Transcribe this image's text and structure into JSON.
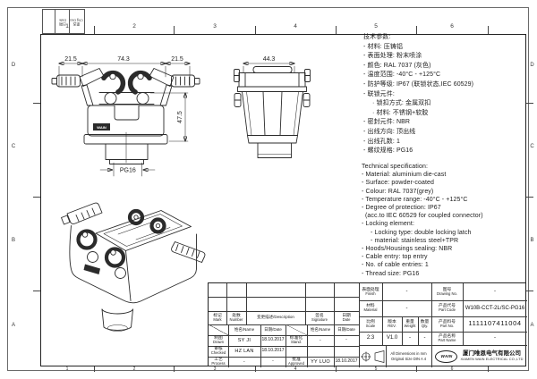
{
  "frame": {
    "cols": [
      "1",
      "2",
      "3",
      "4",
      "5",
      "6"
    ],
    "rows": [
      "D",
      "C",
      "B",
      "A"
    ],
    "corner": {
      "cell1": "日期\nDate",
      "cell2": "更改\nChg Des"
    }
  },
  "views": {
    "front": {
      "dim_left": "21.5",
      "dim_mid": "74.3",
      "dim_right": "21.5",
      "dim_height": "47.5",
      "thread": "PG16",
      "logo": "WAIN"
    },
    "side": {
      "dim_width": "44.3"
    }
  },
  "specs_zh": {
    "lines": [
      "技术参数:",
      "- 材料: 压铸铝",
      "- 表面处理: 粉末喷涂",
      "- 颜色: RAL 7037 (灰色)",
      "- 温度范围: -40°C - +125°C",
      "- 防护等级: IP67 (联锁状态,IEC 60529)",
      "- 联锁元件:",
      "· 锁扣方式: 金属双扣",
      "· 材料: 不锈钢+软胶",
      "- 密封元件: NBR",
      "- 出线方向: 顶出线",
      "- 出线孔数: 1",
      "- 螺纹规格: PG16"
    ]
  },
  "specs_en": {
    "lines": [
      "Technical specification:",
      "- Material: aluminium die-cast",
      "- Surface: powder-coated",
      "- Colour: RAL 7037(grey)",
      "- Temperature range: -40°C - +125°C",
      "- Degree of protection: IP67",
      "(acc.to IEC 60529 for coupled connector)",
      "- Locking element:",
      "- Locking type: double locking latch",
      "- material: stainless steel+TPR",
      "- Hoods/Housings sealing: NBR",
      "- Cable entry: top entry",
      "- No. of cable entries: 1",
      "- Thread size: PG16"
    ]
  },
  "title_block": {
    "revision": {
      "mark_zh": "标记",
      "mark_en": "Mark",
      "number_zh": "处数",
      "number_en": "Number",
      "description": "变更描述/Description",
      "signature_zh": "签名",
      "signature_en": "Signature",
      "date_zh": "日期",
      "date_en": "Date"
    },
    "staff": {
      "name_header": "姓名/Name",
      "date_header": "日期/Date",
      "drawn_zh": "制图",
      "drawn_en": "Drawn",
      "drawn_name": "SY JI",
      "drawn_date": "18.10.2017",
      "checked_zh": "审核",
      "checked_en": "Checked",
      "checked_name": "HZ LAN",
      "checked_date": "18.10.2017",
      "process_zh": "工艺",
      "process_en": "Process",
      "process_name": "-",
      "process_date": "-",
      "standard_zh": "标准化",
      "standard_en": "Stand.",
      "standard_name": "-",
      "standard_date": "-",
      "approved_zh": "批准",
      "approved_en": "Approved",
      "approved_name": "YY LUO",
      "approved_date": "18.10.2017"
    },
    "info": {
      "finish_zh": "表面处理",
      "finish_en": "Finish",
      "finish_value": "-",
      "material_zh": "材料",
      "material_en": "Material",
      "material_value": "-",
      "scale_zh": "比例",
      "scale_en": "Scale",
      "scale_value": "2:3",
      "rev_zh": "版本",
      "rev_en": "REV.",
      "rev_value": "V1.0",
      "weight_zh": "重量",
      "weight_en": "Weight",
      "weight_value": "-",
      "qty_zh": "数量",
      "qty_en": "Qty.",
      "qty_value": "-",
      "drawing_no_zh": "图号",
      "drawing_no_en": "Drawing No.",
      "drawing_no_value": "-",
      "part_code_zh": "产品代号",
      "part_code_en": "Part Code",
      "part_code_value": "W10B-CCT-2L/SC-PG16",
      "part_no_zh": "产品料号",
      "part_no_en": "Part No.",
      "part_no_value": "1111107411004",
      "part_name_zh": "产品名称",
      "part_name_en": "Part Name",
      "part_name_value": "-",
      "note_line1": "All Dimensions in mm",
      "note_line2": "Original Size DIN A 4",
      "company_logo": "WAIN",
      "company_zh": "厦门唯恩电气有限公司",
      "company_en": "XIAMEN WAIN ELECTRICAL CO.,LTD"
    }
  }
}
